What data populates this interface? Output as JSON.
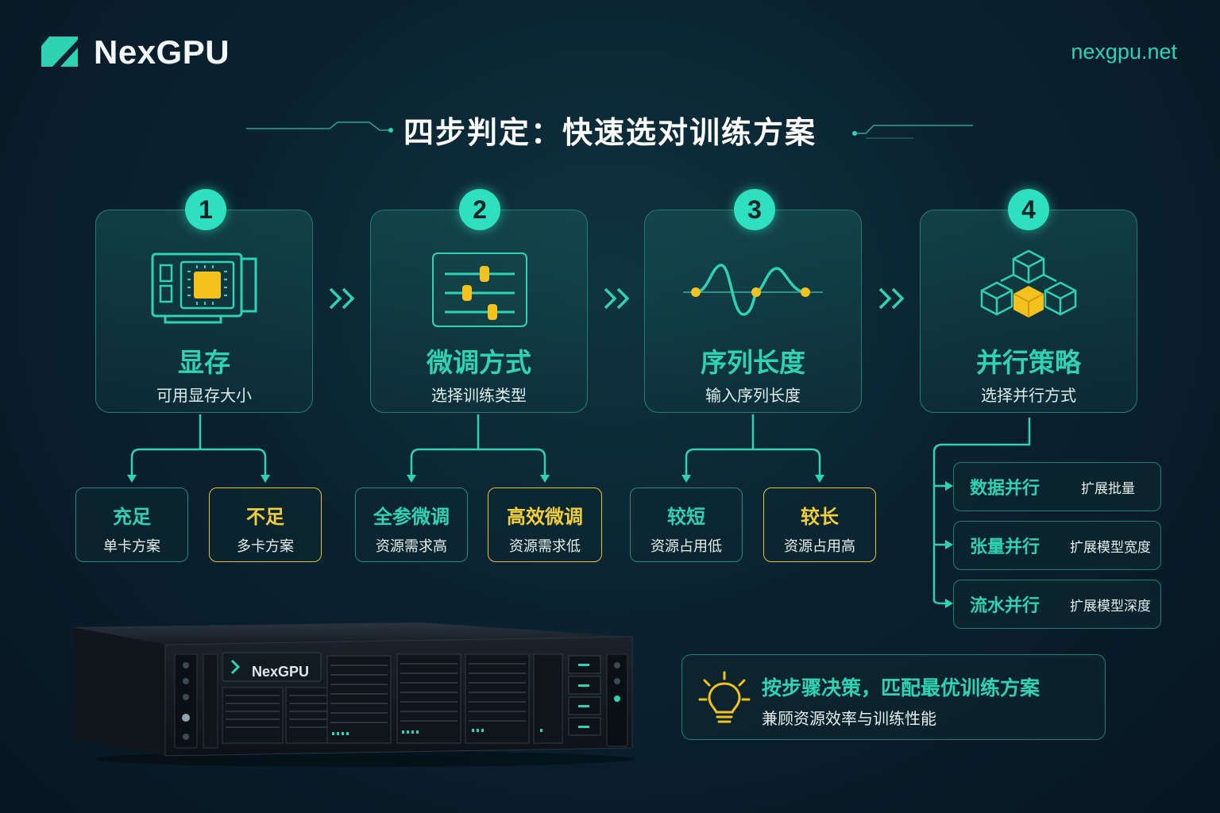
{
  "header": {
    "brand": "NexGPU",
    "site": "nexgpu.net",
    "title": "四步判定：快速选对训练方案"
  },
  "steps": [
    {
      "num": "1",
      "title": "显存",
      "subtitle": "可用显存大小",
      "icon": "gpu-card-icon"
    },
    {
      "num": "2",
      "title": "微调方式",
      "subtitle": "选择训练类型",
      "icon": "sliders-icon"
    },
    {
      "num": "3",
      "title": "序列长度",
      "subtitle": "输入序列长度",
      "icon": "waveform-icon"
    },
    {
      "num": "4",
      "title": "并行策略",
      "subtitle": "选择并行方式",
      "icon": "cubes-icon"
    }
  ],
  "options": [
    {
      "title": "充足",
      "sub": "单卡方案",
      "tone": "teal"
    },
    {
      "title": "不足",
      "sub": "多卡方案",
      "tone": "gold"
    },
    {
      "title": "全参微调",
      "sub": "资源需求高",
      "tone": "teal"
    },
    {
      "title": "高效微调",
      "sub": "资源需求低",
      "tone": "gold"
    },
    {
      "title": "较短",
      "sub": "资源占用低",
      "tone": "teal"
    },
    {
      "title": "较长",
      "sub": "资源占用高",
      "tone": "gold"
    }
  ],
  "parallel": [
    {
      "title": "数据并行",
      "sub": "扩展批量"
    },
    {
      "title": "张量并行",
      "sub": "扩展模型宽度"
    },
    {
      "title": "流水并行",
      "sub": "扩展模型深度"
    }
  ],
  "tip": {
    "title": "按步骤决策，匹配最优训练方案",
    "sub": "兼顾资源效率与训练性能",
    "icon": "lightbulb-icon"
  },
  "server": {
    "label": "NexGPU"
  },
  "colors": {
    "accent": "#2fd3b4",
    "gold": "#f3cf3d",
    "bg": "#0a2230"
  }
}
